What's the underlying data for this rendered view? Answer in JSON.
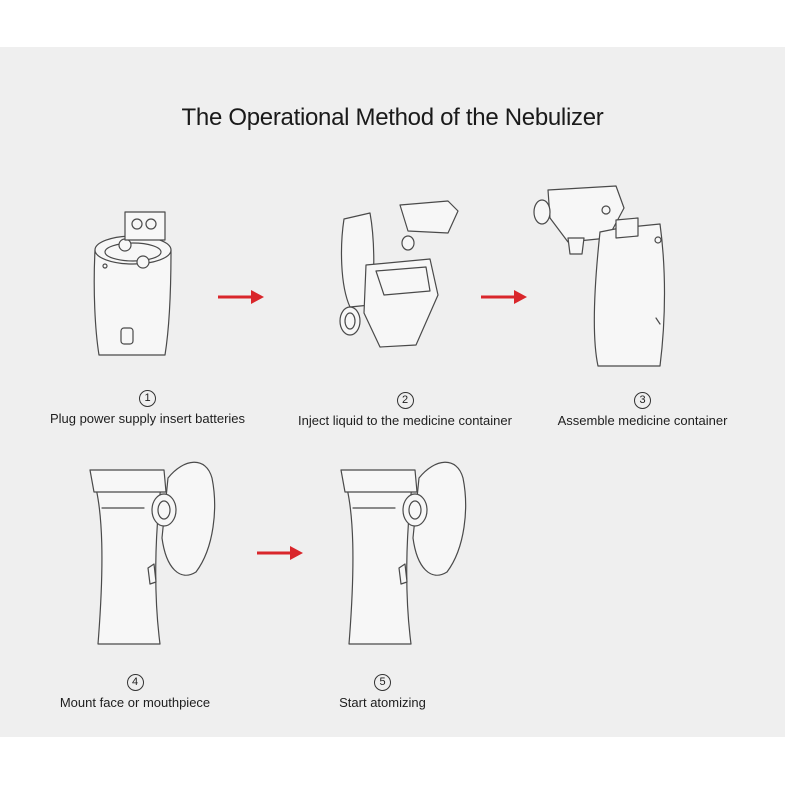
{
  "title": "The Operational Method of the Nebulizer",
  "accent_color": "#d9262b",
  "steps": [
    {
      "number": "1",
      "caption": "Plug power supply insert batteries",
      "icon": "nebulizer-battery-icon"
    },
    {
      "number": "2",
      "caption": "Inject liquid to the medicine container",
      "icon": "medicine-container-icon"
    },
    {
      "number": "3",
      "caption": "Assemble medicine container",
      "icon": "assemble-container-icon"
    },
    {
      "number": "4",
      "caption": "Mount face or mouthpiece",
      "icon": "face-mask-icon"
    },
    {
      "number": "5",
      "caption": "Start atomizing",
      "icon": "atomizing-icon"
    }
  ]
}
